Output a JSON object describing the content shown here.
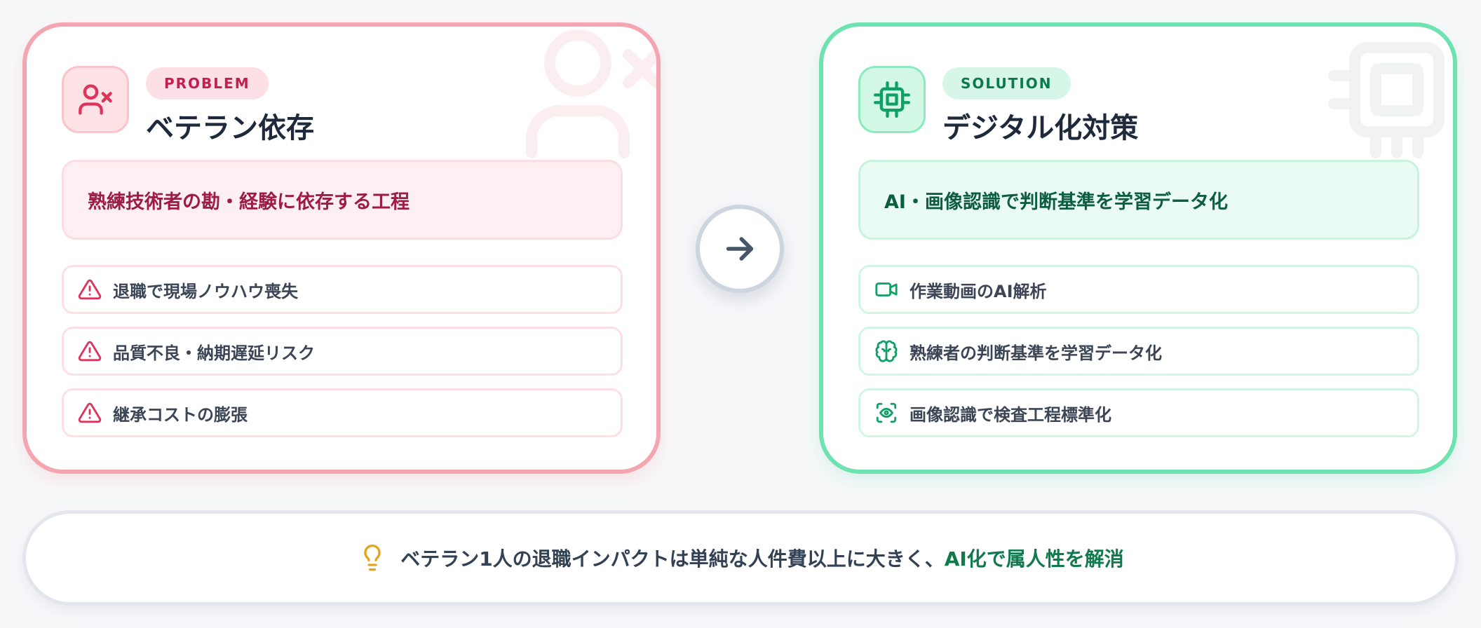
{
  "colors": {
    "problem_accent": "#e0335c",
    "problem_border": "#f5a5b0",
    "solution_accent": "#10a066",
    "solution_border": "#6ee2b0",
    "banner_highlight": "#0f7a4c",
    "bulb": "#e6a31e"
  },
  "problem": {
    "icon": "user-x-icon",
    "badge": "PROBLEM",
    "title": "ベテラン依存",
    "highlight": "熟練技術者の勘・経験に依存する工程",
    "items": [
      {
        "icon": "warning-triangle-icon",
        "label": "退職で現場ノウハウ喪失"
      },
      {
        "icon": "warning-triangle-icon",
        "label": "品質不良・納期遅延リスク"
      },
      {
        "icon": "warning-triangle-icon",
        "label": "継承コストの膨張"
      }
    ]
  },
  "arrow": {
    "icon": "arrow-right-icon"
  },
  "solution": {
    "icon": "chip-icon",
    "badge": "SOLUTION",
    "title": "デジタル化対策",
    "highlight": "AI・画像認識で判断基準を学習データ化",
    "items": [
      {
        "icon": "video-icon",
        "label": "作業動画のAI解析"
      },
      {
        "icon": "brain-icon",
        "label": "熟練者の判断基準を学習データ化"
      },
      {
        "icon": "scan-eye-icon",
        "label": "画像認識で検査工程標準化"
      }
    ]
  },
  "banner": {
    "icon": "lightbulb-icon",
    "text": "ベテラン1人の退職インパクトは単純な人件費以上に大きく、",
    "highlight": "AI化で属人性を解消"
  }
}
